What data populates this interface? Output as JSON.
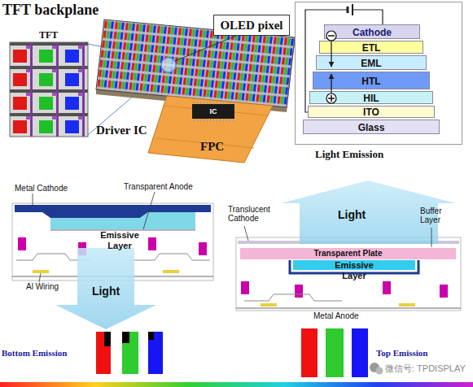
{
  "diagram": {
    "nodes": [
      {
        "text": [
          "OLED pixel"
        ]
      },
      {
        "text": [
          "IC"
        ]
      },
      {
        "text": [
          "Light Emission"
        ]
      },
      {
        "text": [
          "Cathode"
        ],
        "in": 2
      },
      {
        "text": [
          "ETL"
        ],
        "in": 2
      },
      {
        "text": [
          "EML"
        ],
        "in": 2
      },
      {
        "text": [
          "HTL"
        ],
        "in": 2
      },
      {
        "text": [
          "HIL"
        ],
        "in": 2
      },
      {
        "text": [
          "ITO"
        ],
        "in": 2
      },
      {
        "text": [
          "Glass"
        ],
        "in": 2
      },
      {
        "text": [
          "Transparent Plate"
        ]
      }
    ],
    "labels": [
      "TFT backplane",
      "TFT",
      "Driver IC",
      "FPC",
      "Metal Cathode",
      "Transparent Anode",
      "Emissive Layer",
      "Al Wiring",
      "Light",
      "Bottom Emission",
      "Translucent Cathode",
      "Buffer Layer",
      "Light",
      "Emissive Layer",
      "Metal Anode",
      "Top Emission",
      "微信号: TPDISPLAY"
    ]
  }
}
